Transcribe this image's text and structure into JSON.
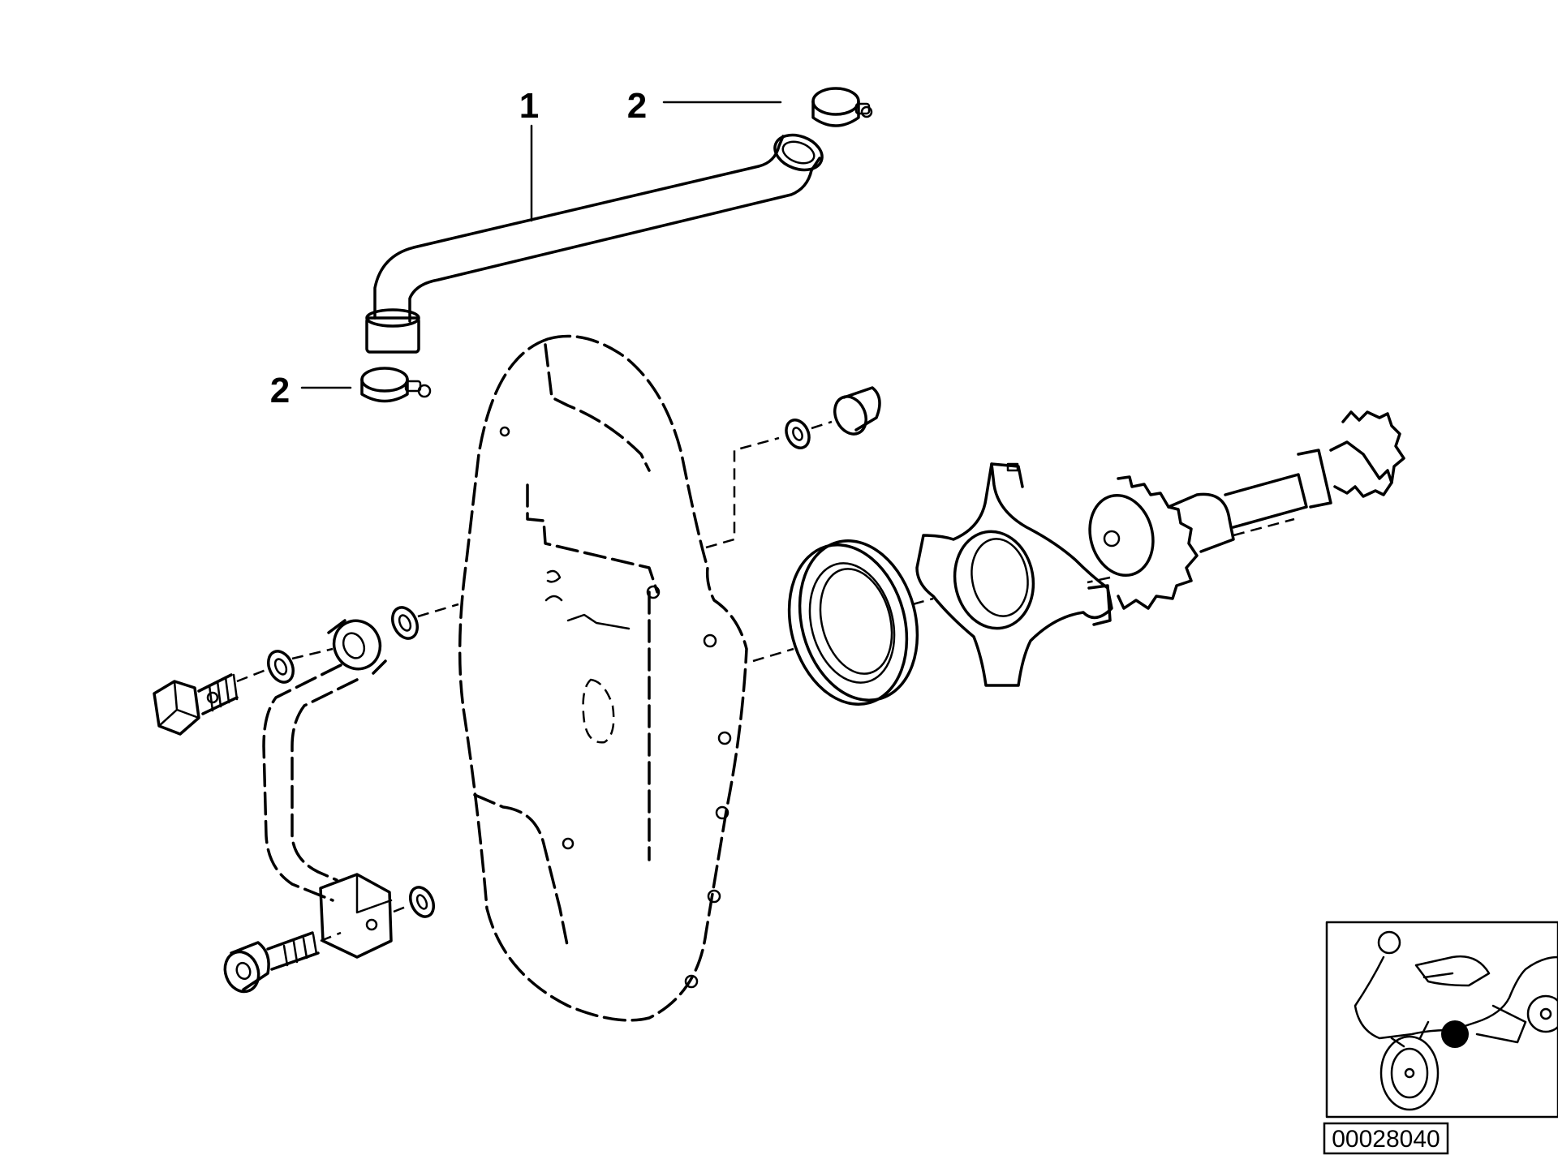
{
  "diagram": {
    "callouts": [
      {
        "id": "hose",
        "label": "1"
      },
      {
        "id": "clamp-top",
        "label": "2"
      },
      {
        "id": "clamp-left",
        "label": "2"
      }
    ],
    "reference_number": "00028040",
    "locator_icon": "motorcycle-locator-icon"
  }
}
